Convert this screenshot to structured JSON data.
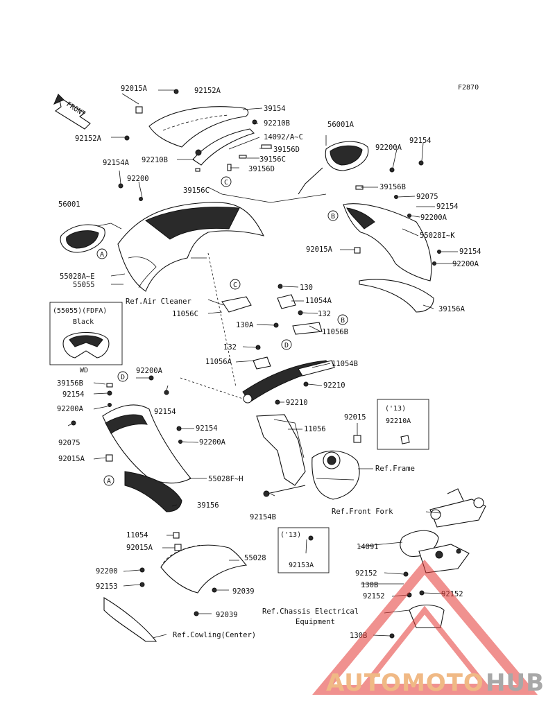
{
  "diagram_code": "F2870",
  "front_label": "FRONT",
  "callouts": [
    {
      "key": "A",
      "text": "A"
    },
    {
      "key": "B",
      "text": "B"
    },
    {
      "key": "C",
      "text": "C"
    },
    {
      "key": "D",
      "text": "D"
    }
  ],
  "parts": {
    "p92015A": "92015A",
    "p92152A": "92152A",
    "p39154": "39154",
    "p92210B": "92210B",
    "p14092": "14092/A~C",
    "p39156D": "39156D",
    "p39156C": "39156C",
    "p56001A": "56001A",
    "p92200A": "92200A",
    "p92154": "92154",
    "p92154A": "92154A",
    "p92200": "92200",
    "p56001": "56001",
    "p39156B": "39156B",
    "p92075": "92075",
    "p55028IK": "55028I~K",
    "p55028AE": "55028A~E",
    "p55055": "55055",
    "p39156A": "39156A",
    "p130": "130",
    "p11054A": "11054A",
    "p11056C": "11056C",
    "p130A": "130A",
    "p132": "132",
    "p11056B": "11056B",
    "p11056A": "11056A",
    "p11054B": "11054B",
    "p92210": "92210",
    "p92015": "92015",
    "p92210A": "92210A",
    "p11056": "11056",
    "p55028FH": "55028F~H",
    "p39156": "39156",
    "p92154B": "92154B",
    "p11054": "11054",
    "p55028": "55028",
    "p92153": "92153",
    "p92039": "92039",
    "p92153A": "92153A",
    "p14091": "14091",
    "p92152": "92152",
    "p130B": "130B"
  },
  "references": {
    "air_cleaner": "Ref.Air Cleaner",
    "frame": "Ref.Frame",
    "front_fork": "Ref.Front Fork",
    "chassis_1": "Ref.Chassis Electrical",
    "chassis_2": "Equipment",
    "cowling_center": "Ref.Cowling(Center)"
  },
  "inset_55055": {
    "title": "(55055)(FDFA)",
    "color": "Black",
    "footer": "WD"
  },
  "inset_13_a": {
    "year": "('13)",
    "part": "92210A"
  },
  "inset_13_b": {
    "year": "('13)",
    "part": "92153A"
  },
  "watermark": {
    "part1": "AUTOMOTO",
    "part2": "HUB",
    "color1": "#f0b985",
    "color2": "#a8a8a8",
    "triangle_color": "#e53935"
  }
}
